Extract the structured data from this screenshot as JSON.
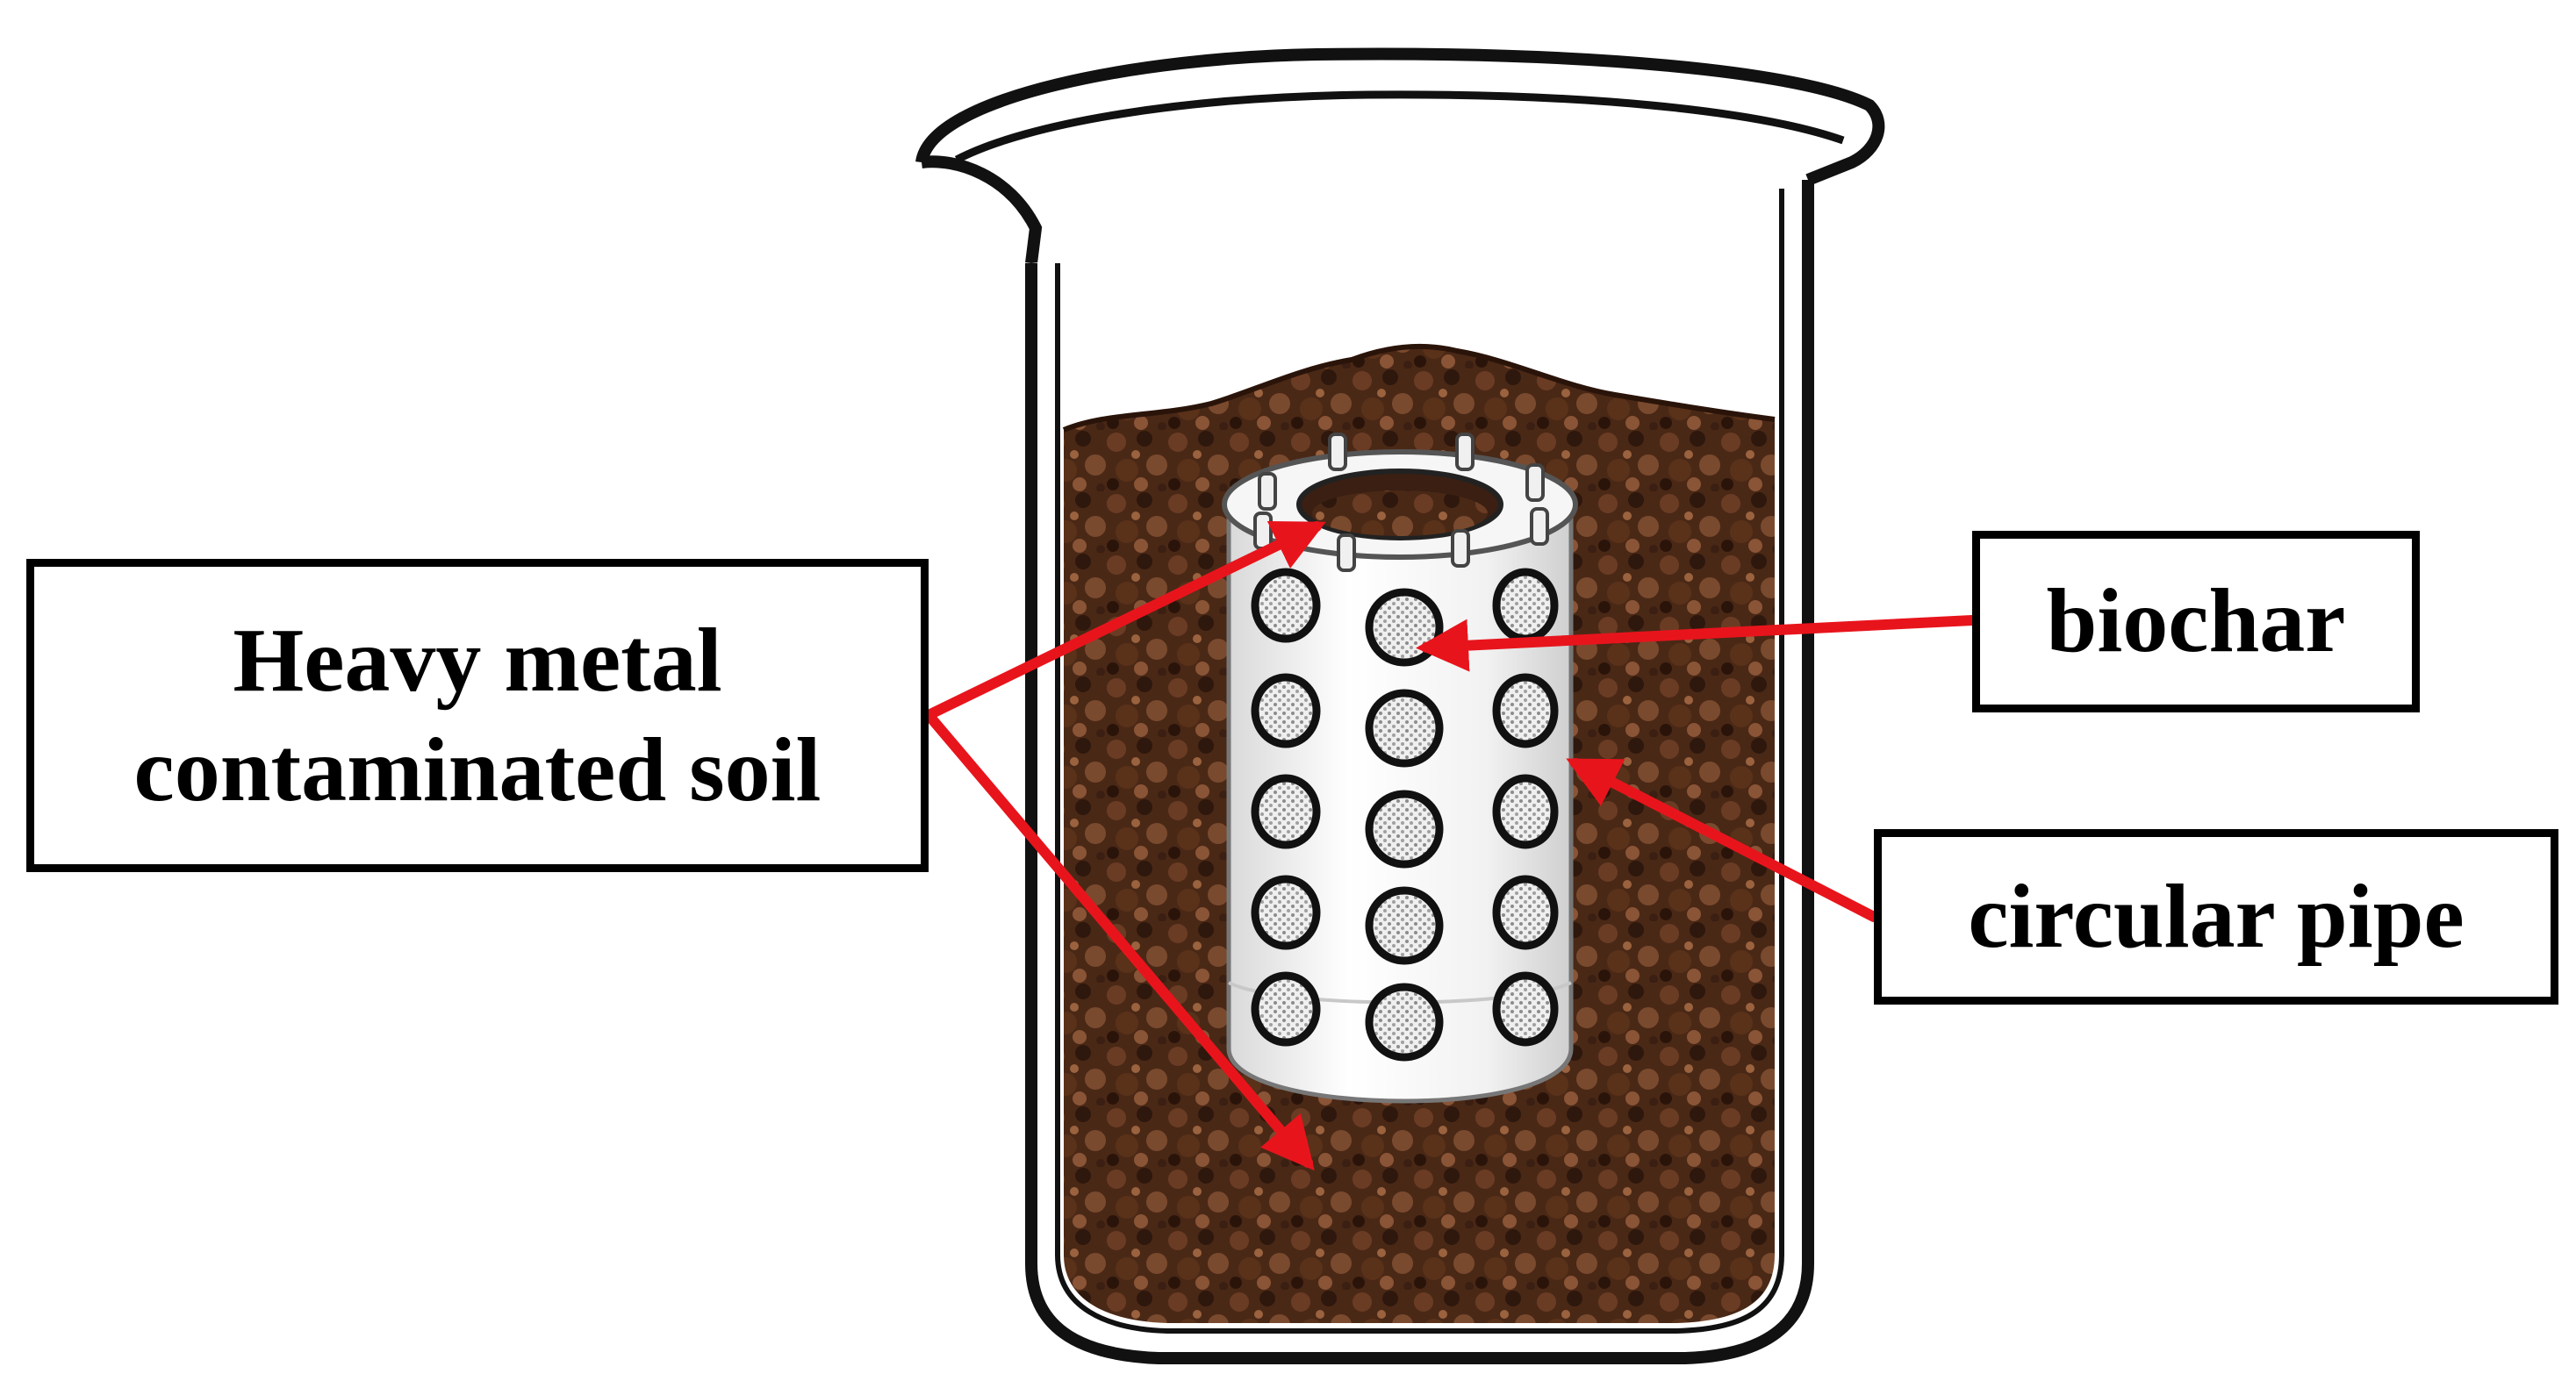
{
  "labels": {
    "soil_line1": "Heavy metal",
    "soil_line2": "contaminated soil",
    "biochar": "biochar",
    "pipe": "circular pipe"
  },
  "colors": {
    "arrow": "#e8141c",
    "soil_dark": "#3a1f12",
    "soil_mid": "#5e3420",
    "soil_light": "#8a5436",
    "glass_outline": "#111111",
    "pipe_fill": "#f4f4f4",
    "biochar_dot": "#a8a8a8"
  },
  "icons": {
    "beaker": "beaker-icon",
    "pipe": "perforated-pipe-icon"
  },
  "pipe_holes": {
    "rows": 5,
    "columns": 3
  }
}
